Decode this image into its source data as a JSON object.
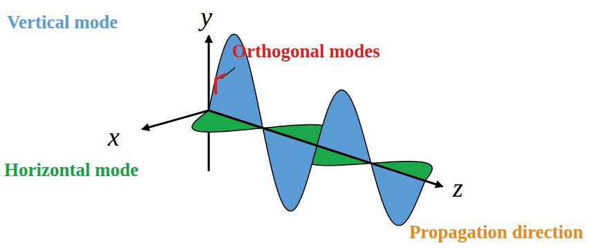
{
  "diagram": {
    "labels": [
      "Vertical mode",
      "y",
      "Orthogonal modes",
      "x",
      "Horizontal mode",
      "z",
      "Propagation direction"
    ]
  }
}
